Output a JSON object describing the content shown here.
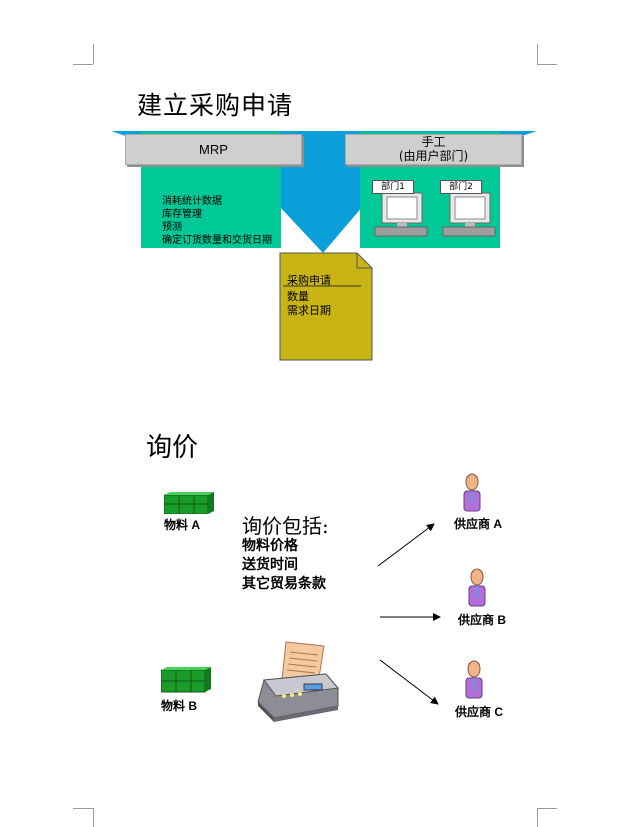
{
  "section1": {
    "title": "建立采购申请",
    "mrp_label": "MRP",
    "manual_label_line1": "手工",
    "manual_label_line2": "(由用户部门)",
    "mrp_items": [
      "消耗统计数据",
      "库存管理",
      "预测",
      "确定订货数量和交货日期"
    ],
    "departments": [
      "部门1",
      "部门2"
    ],
    "request_doc": {
      "title": "采购申请",
      "lines": [
        "数量",
        "需求日期"
      ]
    }
  },
  "section2": {
    "title": "询价",
    "inquiry_heading": "询价包括:",
    "inquiry_items": [
      "物料价格",
      "送货时间",
      "其它贸易条款"
    ],
    "materials": [
      "物料 A",
      "物料 B"
    ],
    "suppliers": [
      "供应商 A",
      "供应商 B",
      "供应商 C"
    ]
  },
  "colors": {
    "teal": "#00c896",
    "blue": "#0a9fd8",
    "gray_bar": "#cfcfcf",
    "doc_yellow": "#c8b414",
    "green_box": "#1a9c2a"
  }
}
